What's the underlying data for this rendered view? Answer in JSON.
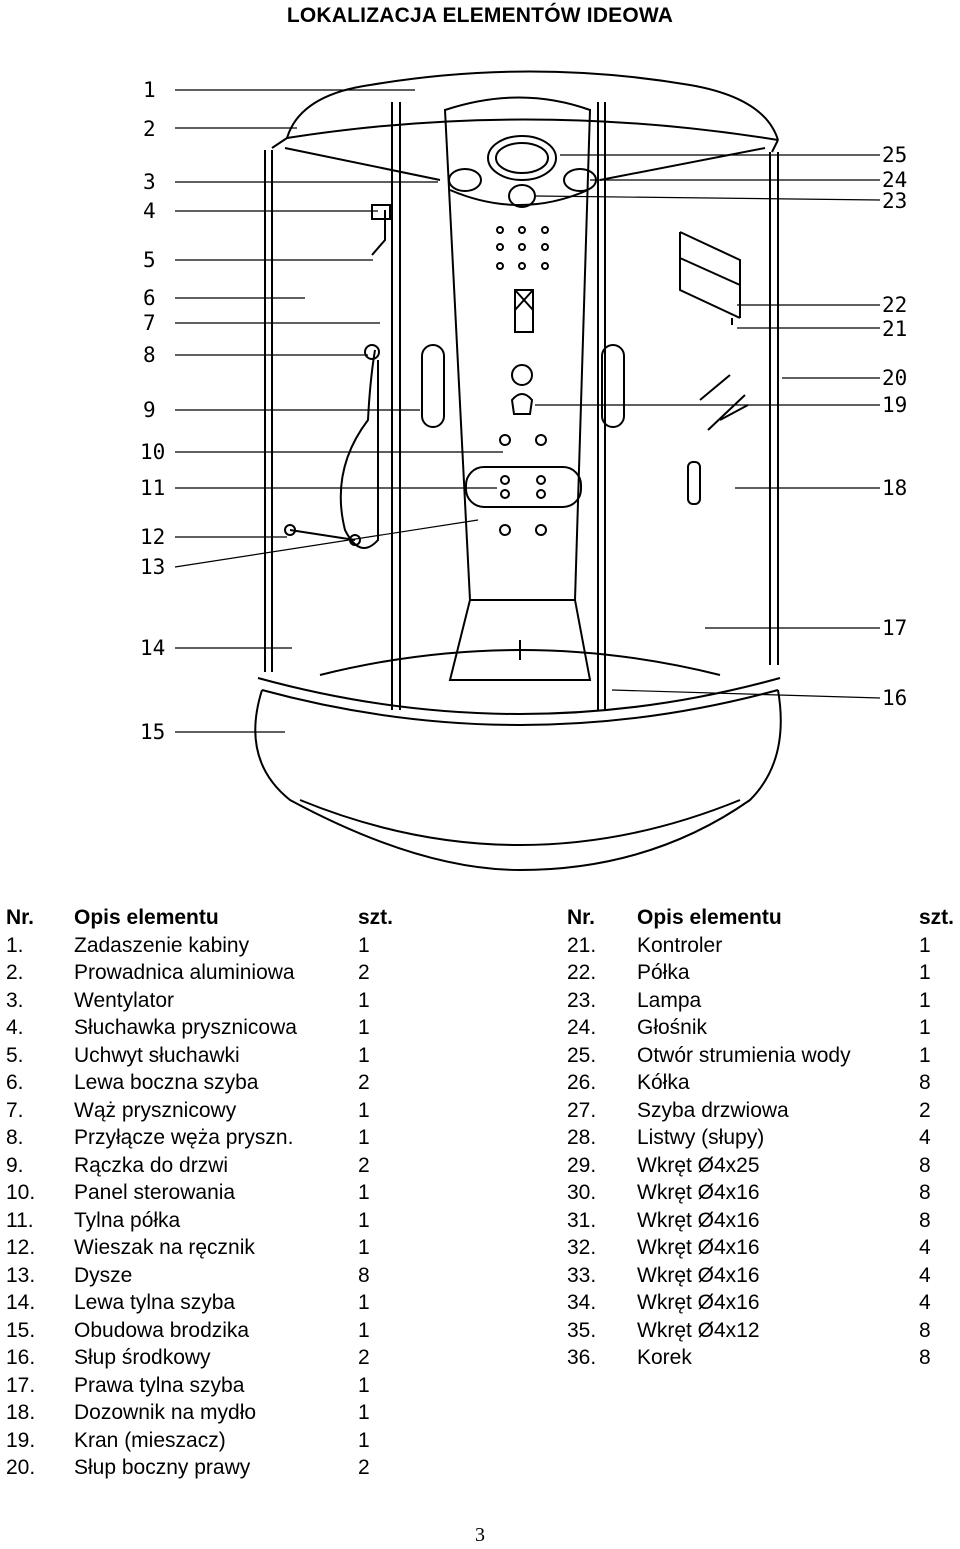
{
  "title": "LOKALIZACJA ELEMENTÓW IDEOWA",
  "figure": {
    "callouts_left": [
      "1",
      "2",
      "3",
      "4",
      "5",
      "6",
      "7",
      "8",
      "9",
      "10",
      "11",
      "12",
      "13",
      "14",
      "15"
    ],
    "callouts_right": [
      "25",
      "24",
      "23",
      "22",
      "21",
      "20",
      "19",
      "18",
      "17",
      "16"
    ]
  },
  "table_left": {
    "header": {
      "nr": "Nr.",
      "desc": "Opis elementu",
      "qty": "szt."
    },
    "rows": [
      {
        "nr": "1.",
        "desc": "Zadaszenie kabiny",
        "qty": "1"
      },
      {
        "nr": "2.",
        "desc": "Prowadnica aluminiowa",
        "qty": "2"
      },
      {
        "nr": "3.",
        "desc": "Wentylator",
        "qty": "1"
      },
      {
        "nr": "4.",
        "desc": "Słuchawka prysznicowa",
        "qty": "1"
      },
      {
        "nr": "5.",
        "desc": "Uchwyt słuchawki",
        "qty": "1"
      },
      {
        "nr": "6.",
        "desc": "Lewa boczna szyba",
        "qty": "2"
      },
      {
        "nr": "7.",
        "desc": "Wąż prysznicowy",
        "qty": "1"
      },
      {
        "nr": "8.",
        "desc": "Przyłącze węża pryszn.",
        "qty": "1"
      },
      {
        "nr": "9.",
        "desc": "Rączka do drzwi",
        "qty": "2"
      },
      {
        "nr": "10.",
        "desc": "Panel sterowania",
        "qty": "1"
      },
      {
        "nr": "11.",
        "desc": "Tylna półka",
        "qty": "1"
      },
      {
        "nr": "12.",
        "desc": "Wieszak na ręcznik",
        "qty": "1"
      },
      {
        "nr": "13.",
        "desc": "Dysze",
        "qty": "8"
      },
      {
        "nr": "14.",
        "desc": "Lewa tylna szyba",
        "qty": "1"
      },
      {
        "nr": "15.",
        "desc": "Obudowa brodzika",
        "qty": "1"
      },
      {
        "nr": "16.",
        "desc": "Słup środkowy",
        "qty": "2"
      },
      {
        "nr": "17.",
        "desc": "Prawa tylna szyba",
        "qty": "1"
      },
      {
        "nr": "18.",
        "desc": "Dozownik na mydło",
        "qty": "1"
      },
      {
        "nr": "19.",
        "desc": "Kran (mieszacz)",
        "qty": "1"
      },
      {
        "nr": "20.",
        "desc": "Słup boczny prawy",
        "qty": "2"
      }
    ]
  },
  "table_right": {
    "header": {
      "nr": "Nr.",
      "desc": "Opis elementu",
      "qty": "szt."
    },
    "rows": [
      {
        "nr": "21.",
        "desc": "Kontroler",
        "qty": "1"
      },
      {
        "nr": "22.",
        "desc": "Półka",
        "qty": "1"
      },
      {
        "nr": "23.",
        "desc": "Lampa",
        "qty": "1"
      },
      {
        "nr": "24.",
        "desc": "Głośnik",
        "qty": "1"
      },
      {
        "nr": "25.",
        "desc": "Otwór strumienia wody",
        "qty": "1"
      },
      {
        "nr": "26.",
        "desc": "Kółka",
        "qty": "8"
      },
      {
        "nr": "27.",
        "desc": "Szyba drzwiowa",
        "qty": "2"
      },
      {
        "nr": "28.",
        "desc": "Listwy (słupy)",
        "qty": "4"
      },
      {
        "nr": "29.",
        "desc": "Wkręt Ø4x25",
        "qty": "8"
      },
      {
        "nr": "30.",
        "desc": "Wkręt Ø4x16",
        "qty": "8"
      },
      {
        "nr": "31.",
        "desc": "Wkręt Ø4x16",
        "qty": "8"
      },
      {
        "nr": "32.",
        "desc": "Wkręt Ø4x16",
        "qty": "4"
      },
      {
        "nr": "33.",
        "desc": "Wkręt Ø4x16",
        "qty": "4"
      },
      {
        "nr": "34.",
        "desc": "Wkręt Ø4x16",
        "qty": "4"
      },
      {
        "nr": "35.",
        "desc": "Wkręt Ø4x12",
        "qty": "8"
      },
      {
        "nr": "36.",
        "desc": "Korek",
        "qty": "8"
      }
    ]
  },
  "page_number": "3"
}
